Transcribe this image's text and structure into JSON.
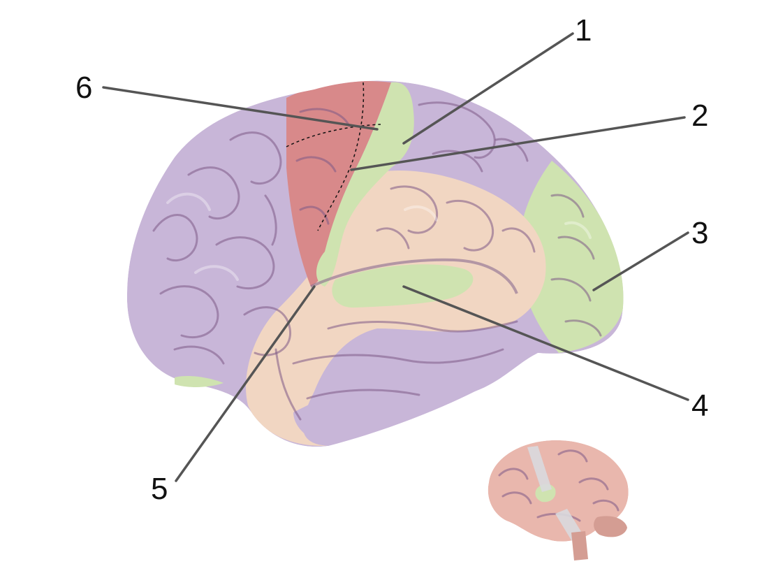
{
  "labels": [
    "1",
    "2",
    "3",
    "4",
    "5",
    "6"
  ],
  "colors": {
    "purple": "#c8b6d8",
    "red": "#d8898a",
    "green": "#cfe3b0",
    "peach": "#f1d6c2",
    "inset_brain": "#e9b7ad",
    "leader": "#555555"
  }
}
